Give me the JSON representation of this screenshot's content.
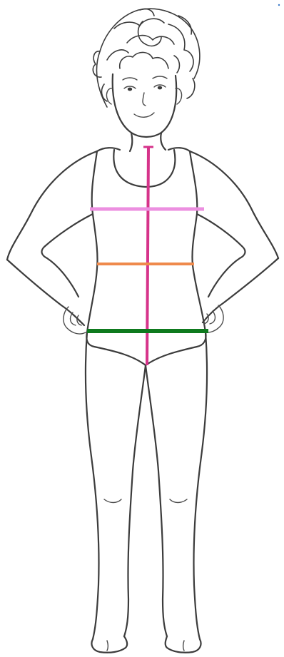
{
  "figure": {
    "subject": "child-body-outline",
    "style": "pencil line drawing"
  },
  "measurement_lines": [
    {
      "id": "height-line",
      "orientation": "vertical",
      "color": "#d6338a"
    },
    {
      "id": "chest-line",
      "orientation": "horizontal",
      "color": "#ec8fe0"
    },
    {
      "id": "waist-line",
      "orientation": "horizontal",
      "color": "#ef8a4c"
    },
    {
      "id": "hip-line",
      "orientation": "horizontal",
      "color": "#0e7a1e"
    }
  ]
}
